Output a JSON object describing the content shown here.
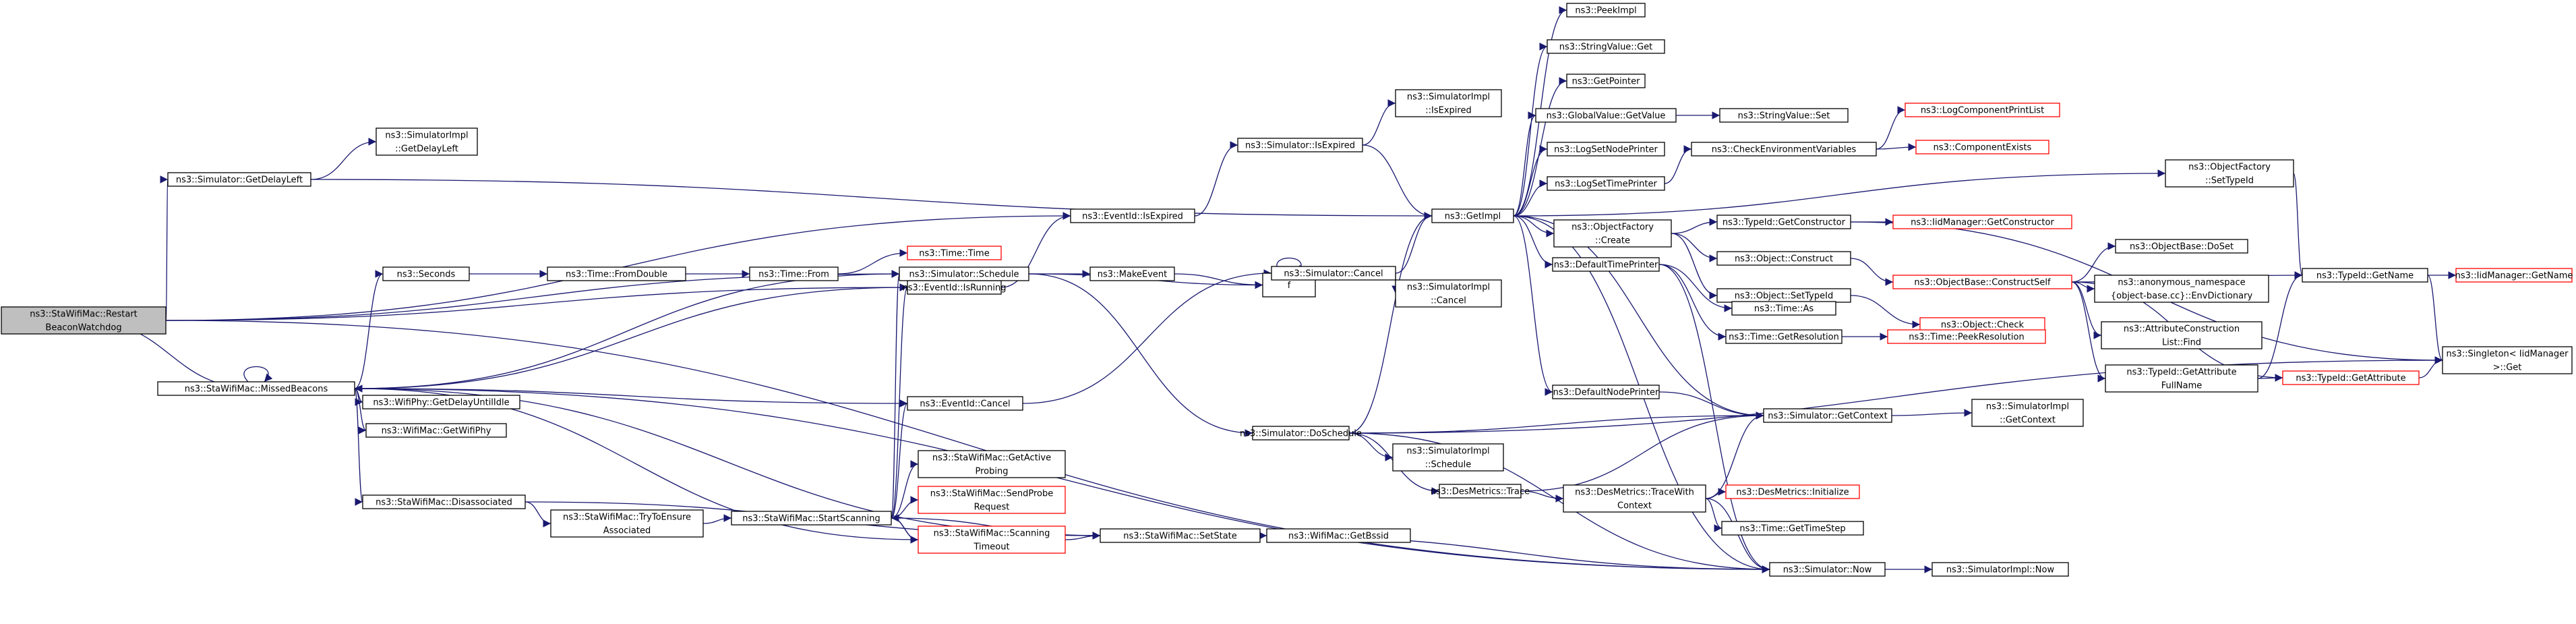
{
  "colors": {
    "edge": "#191970",
    "node_border": "#000000",
    "node_border_missing": "#ff0000",
    "node_fill": "#ffffff",
    "root_fill": "#bfbfbf"
  },
  "nodes": [
    {
      "id": "root",
      "lines": [
        "ns3::StaWifiMac::Restart",
        "BeaconWatchdog"
      ],
      "style": "root"
    },
    {
      "id": "getDelayLeft",
      "lines": [
        "ns3::Simulator::GetDelayLeft"
      ]
    },
    {
      "id": "implGetDelayLeft",
      "lines": [
        "ns3::SimulatorImpl",
        "::GetDelayLeft"
      ]
    },
    {
      "id": "missedBeacons",
      "lines": [
        "ns3::StaWifiMac::MissedBeacons"
      ]
    },
    {
      "id": "seconds",
      "lines": [
        "ns3::Seconds"
      ]
    },
    {
      "id": "fromDouble",
      "lines": [
        "ns3::Time::FromDouble"
      ]
    },
    {
      "id": "timeFrom",
      "lines": [
        "ns3::Time::From"
      ]
    },
    {
      "id": "timeTime",
      "lines": [
        "ns3::Time::Time"
      ],
      "style": "missing"
    },
    {
      "id": "eventIsExpired",
      "lines": [
        "ns3::EventId::IsExpired"
      ]
    },
    {
      "id": "eventIsRunning",
      "lines": [
        "ns3::EventId::IsRunning"
      ]
    },
    {
      "id": "simSchedule",
      "lines": [
        "ns3::Simulator::Schedule"
      ]
    },
    {
      "id": "makeEvent",
      "lines": [
        "ns3::MakeEvent"
      ]
    },
    {
      "id": "f",
      "lines": [
        "f"
      ]
    },
    {
      "id": "eventCancel",
      "lines": [
        "ns3::EventId::Cancel"
      ]
    },
    {
      "id": "simCancel",
      "lines": [
        "ns3::Simulator::Cancel"
      ]
    },
    {
      "id": "implCancel",
      "lines": [
        "ns3::SimulatorImpl",
        "::Cancel"
      ]
    },
    {
      "id": "simIsExpired",
      "lines": [
        "ns3::Simulator::IsExpired"
      ]
    },
    {
      "id": "implIsExpired",
      "lines": [
        "ns3::SimulatorImpl",
        "::IsExpired"
      ]
    },
    {
      "id": "getImpl",
      "lines": [
        "ns3::GetImpl"
      ]
    },
    {
      "id": "peekImpl",
      "lines": [
        "ns3::PeekImpl"
      ]
    },
    {
      "id": "strValGet",
      "lines": [
        "ns3::StringValue::Get"
      ]
    },
    {
      "id": "getPointer",
      "lines": [
        "ns3::GetPointer"
      ]
    },
    {
      "id": "globalGetValue",
      "lines": [
        "ns3::GlobalValue::GetValue"
      ]
    },
    {
      "id": "strValSet",
      "lines": [
        "ns3::StringValue::Set"
      ]
    },
    {
      "id": "logSetNode",
      "lines": [
        "ns3::LogSetNodePrinter"
      ]
    },
    {
      "id": "logSetTime",
      "lines": [
        "ns3::LogSetTimePrinter"
      ]
    },
    {
      "id": "checkEnv",
      "lines": [
        "ns3::CheckEnvironmentVariables"
      ]
    },
    {
      "id": "logCompPrint",
      "lines": [
        "ns3::LogComponentPrintList"
      ],
      "style": "missing"
    },
    {
      "id": "compExists",
      "lines": [
        "ns3::ComponentExists"
      ],
      "style": "missing"
    },
    {
      "id": "objFactoryCreate",
      "lines": [
        "ns3::ObjectFactory",
        "::Create"
      ]
    },
    {
      "id": "typeGetCtor",
      "lines": [
        "ns3::TypeId::GetConstructor"
      ]
    },
    {
      "id": "iidGetCtor",
      "lines": [
        "ns3::IidManager::GetConstructor"
      ],
      "style": "missing"
    },
    {
      "id": "objConstruct",
      "lines": [
        "ns3::Object::Construct"
      ]
    },
    {
      "id": "objSetTypeId",
      "lines": [
        "ns3::Object::SetTypeId"
      ]
    },
    {
      "id": "objBaseConstruct",
      "lines": [
        "ns3::ObjectBase::ConstructSelf"
      ],
      "style": "missing"
    },
    {
      "id": "objCheck",
      "lines": [
        "ns3::Object::Check"
      ],
      "style": "missing"
    },
    {
      "id": "objBaseDoSet",
      "lines": [
        "ns3::ObjectBase::DoSet"
      ]
    },
    {
      "id": "envDict",
      "lines": [
        "ns3::anonymous_namespace",
        "{object-base.cc}::EnvDictionary"
      ]
    },
    {
      "id": "attrFind",
      "lines": [
        "ns3::AttributeConstruction",
        "List::Find"
      ]
    },
    {
      "id": "typeGetAttrFull",
      "lines": [
        "ns3::TypeId::GetAttribute",
        "FullName"
      ]
    },
    {
      "id": "typeGetAttr",
      "lines": [
        "ns3::TypeId::GetAttribute"
      ],
      "style": "missing"
    },
    {
      "id": "objFactorySetTypeId",
      "lines": [
        "ns3::ObjectFactory",
        "::SetTypeId"
      ]
    },
    {
      "id": "typeGetName",
      "lines": [
        "ns3::TypeId::GetName"
      ]
    },
    {
      "id": "iidGetName",
      "lines": [
        "ns3::IidManager::GetName"
      ],
      "style": "missing"
    },
    {
      "id": "singletonGet",
      "lines": [
        "ns3::Singleton< IidManager",
        ">::Get"
      ]
    },
    {
      "id": "defaultTimePrinter",
      "lines": [
        "ns3::DefaultTimePrinter"
      ]
    },
    {
      "id": "timeAs",
      "lines": [
        "ns3::Time::As"
      ]
    },
    {
      "id": "timeGetRes",
      "lines": [
        "ns3::Time::GetResolution"
      ]
    },
    {
      "id": "timePeekRes",
      "lines": [
        "ns3::Time::PeekResolution"
      ],
      "style": "missing"
    },
    {
      "id": "defaultNodePrinter",
      "lines": [
        "ns3::DefaultNodePrinter"
      ]
    },
    {
      "id": "simGetContext",
      "lines": [
        "ns3::Simulator::GetContext"
      ]
    },
    {
      "id": "implGetContext",
      "lines": [
        "ns3::SimulatorImpl",
        "::GetContext"
      ]
    },
    {
      "id": "simDoSchedule",
      "lines": [
        "ns3::Simulator::DoSchedule"
      ]
    },
    {
      "id": "implSchedule",
      "lines": [
        "ns3::SimulatorImpl",
        "::Schedule"
      ]
    },
    {
      "id": "desTrace",
      "lines": [
        "ns3::DesMetrics::Trace"
      ]
    },
    {
      "id": "desTraceCtx",
      "lines": [
        "ns3::DesMetrics::TraceWith",
        "Context"
      ]
    },
    {
      "id": "desInit",
      "lines": [
        "ns3::DesMetrics::Initialize"
      ],
      "style": "missing"
    },
    {
      "id": "timeGetTimeStep",
      "lines": [
        "ns3::Time::GetTimeStep"
      ]
    },
    {
      "id": "simNow",
      "lines": [
        "ns3::Simulator::Now"
      ]
    },
    {
      "id": "implNow",
      "lines": [
        "ns3::SimulatorImpl::Now"
      ]
    },
    {
      "id": "phyGetDelay",
      "lines": [
        "ns3::WifiPhy::GetDelayUntilIdle"
      ]
    },
    {
      "id": "macGetPhy",
      "lines": [
        "ns3::WifiMac::GetWifiPhy"
      ]
    },
    {
      "id": "disassociated",
      "lines": [
        "ns3::StaWifiMac::Disassociated"
      ]
    },
    {
      "id": "tryToEnsure",
      "lines": [
        "ns3::StaWifiMac::TryToEnsure",
        "Associated"
      ]
    },
    {
      "id": "startScanning",
      "lines": [
        "ns3::StaWifiMac::StartScanning"
      ]
    },
    {
      "id": "getActiveProbing",
      "lines": [
        "ns3::StaWifiMac::GetActive",
        "Probing"
      ]
    },
    {
      "id": "sendProbe",
      "lines": [
        "ns3::StaWifiMac::SendProbe",
        "Request"
      ],
      "style": "missing"
    },
    {
      "id": "scanTimeout",
      "lines": [
        "ns3::StaWifiMac::Scanning",
        "Timeout"
      ],
      "style": "missing"
    },
    {
      "id": "setState",
      "lines": [
        "ns3::StaWifiMac::SetState"
      ]
    },
    {
      "id": "getBssid",
      "lines": [
        "ns3::WifiMac::GetBssid"
      ]
    }
  ]
}
